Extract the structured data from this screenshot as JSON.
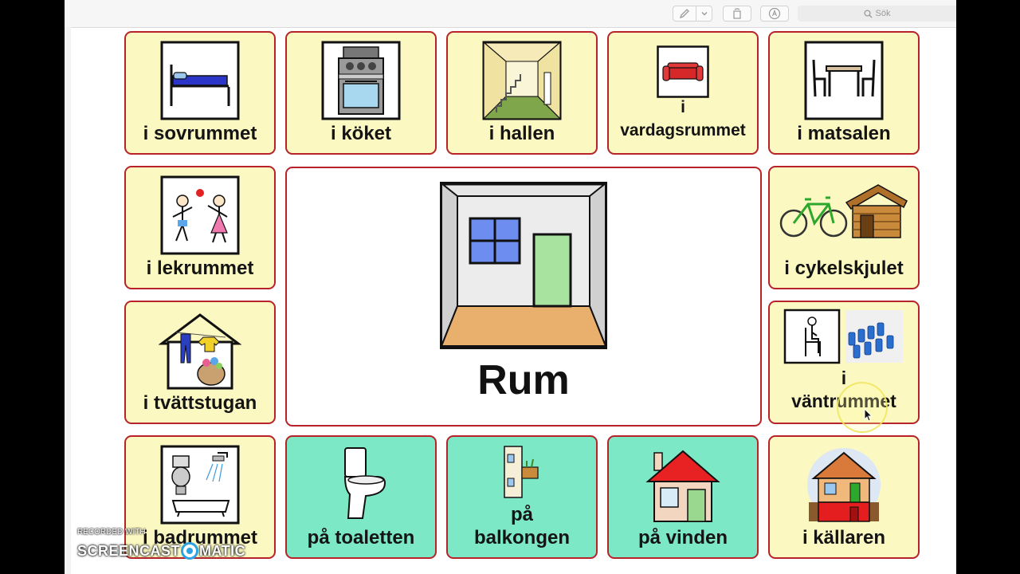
{
  "toolbar": {
    "search_placeholder": "Sök",
    "pen_icon": "pen-icon",
    "chevron_icon": "chevron-down-icon",
    "rotate_icon": "rotate-icon",
    "markup_icon": "markup-circle-icon",
    "search_icon": "magnifier-icon"
  },
  "board": {
    "title": "Rum",
    "cells": [
      {
        "label": "i sovrummet",
        "color": "yellow",
        "icon": "bed-icon"
      },
      {
        "label": "i köket",
        "color": "yellow",
        "icon": "stove-icon"
      },
      {
        "label": "i hallen",
        "color": "yellow",
        "icon": "hallway-stairs-icon"
      },
      {
        "label_line1": "i",
        "label_line2": "vardagsrummet",
        "color": "yellow",
        "icon": "sofa-icon"
      },
      {
        "label": "i matsalen",
        "color": "yellow",
        "icon": "dining-table-icon"
      },
      {
        "label": "i lekrummet",
        "color": "yellow",
        "icon": "children-playing-ball-icon"
      },
      {
        "label": "i cykelskjulet",
        "color": "yellow",
        "icon": "bicycle-and-shed-icon"
      },
      {
        "label": "i tvättstugan",
        "color": "yellow",
        "icon": "laundry-house-icon"
      },
      {
        "label_line1": "i",
        "label_line2": "väntrummet",
        "color": "yellow",
        "icon": "waiting-room-chairs-icon"
      },
      {
        "label": "i badrummet",
        "color": "yellow",
        "icon": "bathroom-icon"
      },
      {
        "label": "på toaletten",
        "color": "teal",
        "icon": "toilet-icon"
      },
      {
        "label_line1": "på",
        "label_line2": "balkongen",
        "color": "teal",
        "icon": "balcony-icon"
      },
      {
        "label": "på vinden",
        "color": "teal",
        "icon": "attic-house-icon"
      },
      {
        "label": "i källaren",
        "color": "yellow",
        "icon": "cellar-house-icon"
      }
    ]
  },
  "colors": {
    "cell_yellow": "#fbf8c2",
    "cell_teal": "#7de8c6",
    "cell_border": "#b8232a"
  },
  "watermark": {
    "line1": "RECORDED WITH",
    "line2_part1": "SCREENCAST",
    "line2_part2": "MATIC"
  }
}
